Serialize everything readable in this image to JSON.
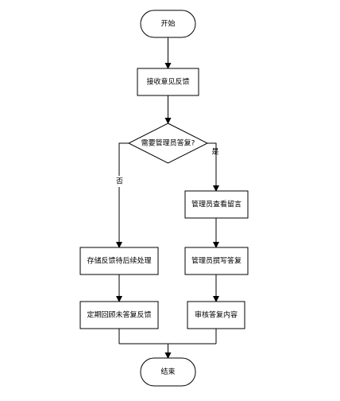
{
  "flowchart": {
    "start": "开始",
    "receive": "接收意见反馈",
    "decision": "需要管理员答复?",
    "yes_label": "是",
    "no_label": "否",
    "view_message": "管理员查看留言",
    "write_reply": "管理员撰写答复",
    "review_content": "审核答复内容",
    "store_feedback": "存储反馈待后续处理",
    "periodic_review": "定期回顾未答复反馈",
    "end": "结束"
  }
}
